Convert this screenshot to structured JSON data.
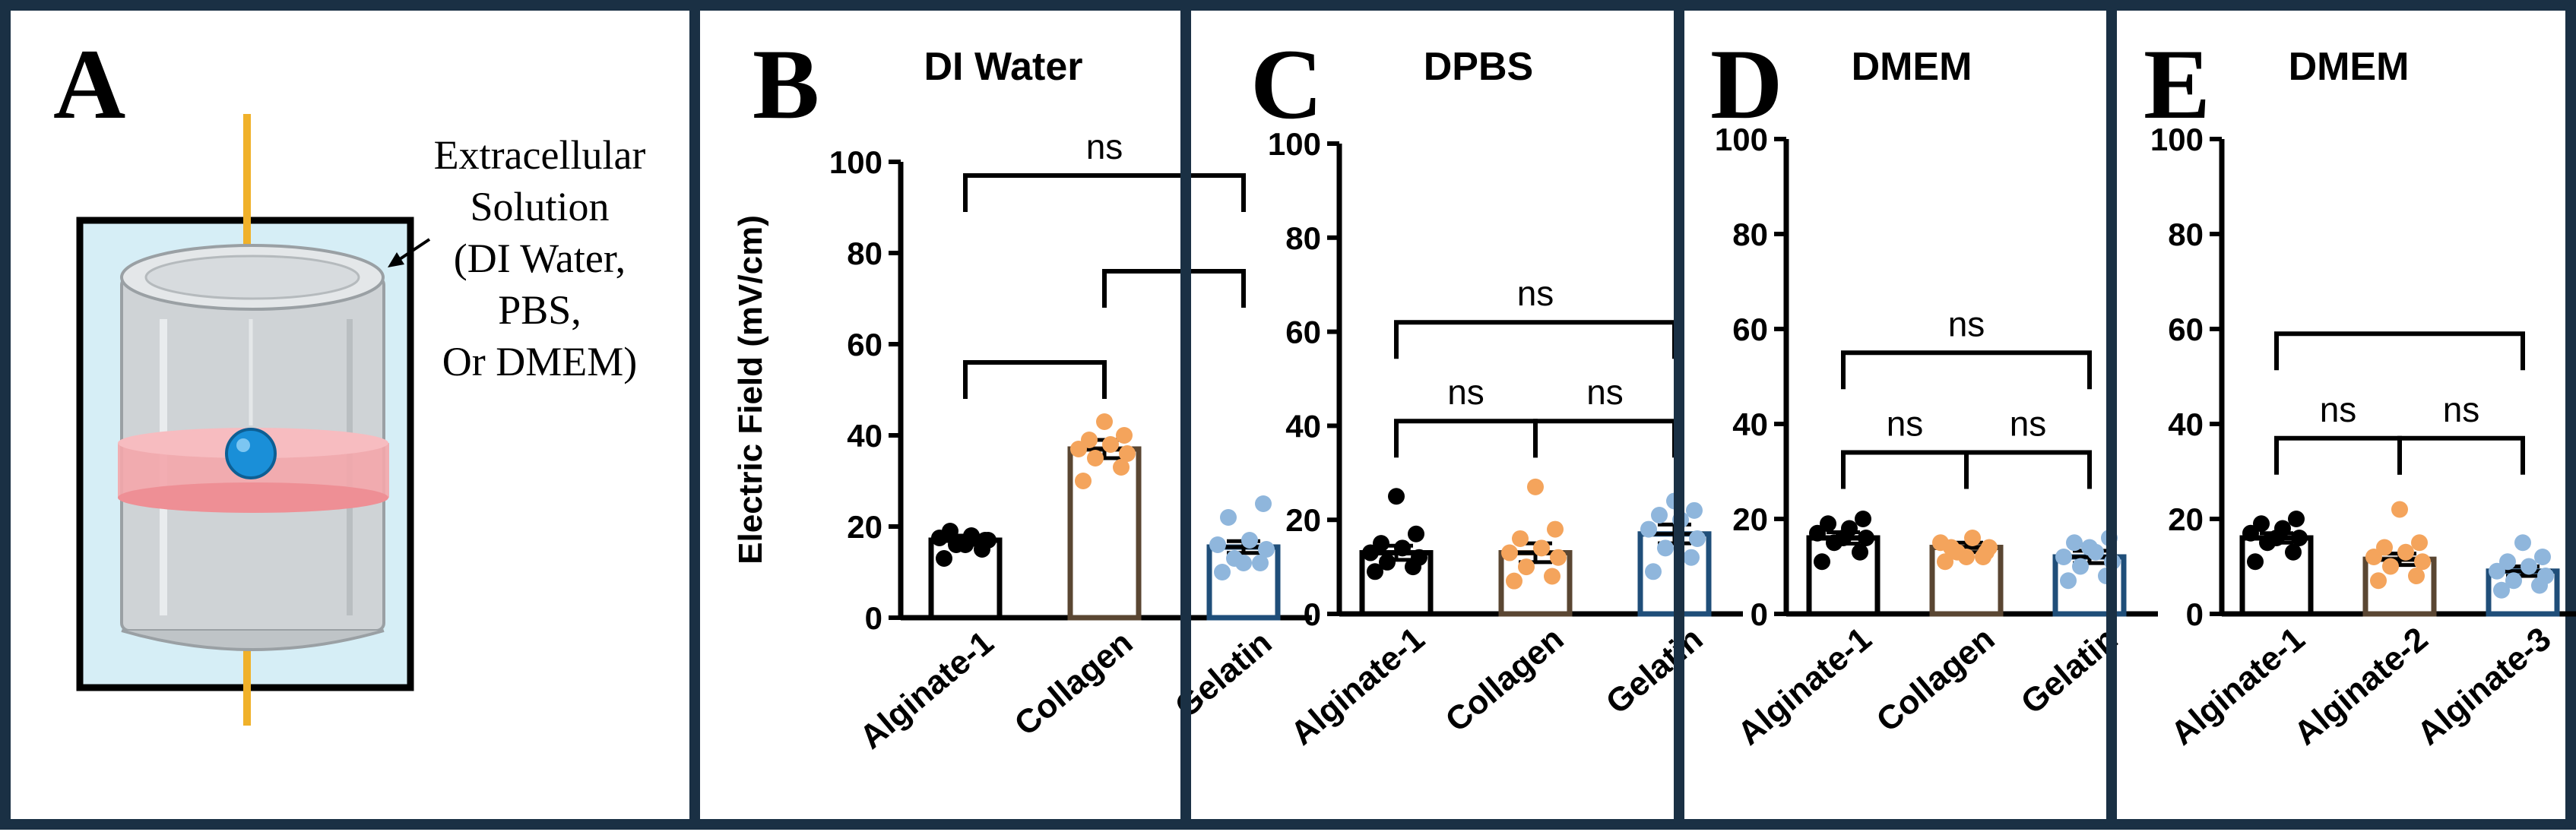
{
  "panel_a": {
    "letter": "A",
    "annotation_lines": [
      "Extracellular",
      "Solution",
      "(DI Water,",
      "PBS,",
      "Or DMEM)"
    ]
  },
  "colors": {
    "frame": "#1a3044",
    "alginate_1": "#000000",
    "collagen": "#f4a45c",
    "collagen_outline": "#5a4632",
    "gelatin": "#8fb6dc",
    "gelatin_outline": "#1f4e79",
    "alginate_2": "#f4a45c",
    "alginate_3": "#8fb6dc",
    "solution_bg": "#d6eef6",
    "hydrogel_band": "#f4a6ab",
    "electrode": "#f0b12a",
    "cell": "#1a8fd8"
  },
  "chart_data": [
    {
      "panel": "B",
      "type": "bar",
      "title": "DI Water",
      "ylabel": "Electric Field (mV/cm)",
      "ylim": [
        0,
        100
      ],
      "yticks": [
        0,
        20,
        40,
        60,
        80,
        100
      ],
      "categories": [
        "Alginate-1",
        "Collagen",
        "Gelatin"
      ],
      "values": [
        17,
        37,
        15.5
      ],
      "errors": [
        1,
        2,
        1.3
      ],
      "points": [
        [
          13,
          15,
          16,
          17,
          17.5,
          18,
          19,
          17,
          16
        ],
        [
          30,
          33,
          35,
          36,
          37,
          38,
          39,
          40,
          43
        ],
        [
          10,
          12,
          13,
          15,
          16,
          17,
          22,
          25,
          12
        ]
      ],
      "comparisons": [
        {
          "from": 0,
          "to": 2,
          "y": 97,
          "label": "ns"
        },
        {
          "from": 1,
          "to": 2,
          "y": 76,
          "label": ""
        },
        {
          "from": 0,
          "to": 1,
          "y": 56,
          "label": ""
        }
      ]
    },
    {
      "panel": "C",
      "type": "bar",
      "title": "DPBS",
      "ylabel": "",
      "ylim": [
        0,
        100
      ],
      "yticks": [
        0,
        20,
        40,
        60,
        80,
        100
      ],
      "categories": [
        "Alginate-1",
        "Collagen",
        "Gelatin"
      ],
      "values": [
        13,
        13,
        17
      ],
      "errors": [
        1.5,
        2,
        2
      ],
      "points": [
        [
          9,
          10,
          11,
          12,
          13,
          14,
          15,
          17,
          25
        ],
        [
          7,
          8,
          10,
          12,
          13,
          14,
          16,
          18,
          27
        ],
        [
          9,
          12,
          14,
          16,
          18,
          20,
          21,
          22,
          24
        ]
      ],
      "comparisons": [
        {
          "from": 0,
          "to": 2,
          "y": 62,
          "label": "ns"
        },
        {
          "from": 0,
          "to": 1,
          "y": 41,
          "label": "ns"
        },
        {
          "from": 1,
          "to": 2,
          "y": 41,
          "label": "ns"
        }
      ]
    },
    {
      "panel": "D",
      "type": "bar",
      "title": "DMEM",
      "ylabel": "",
      "ylim": [
        0,
        100
      ],
      "yticks": [
        0,
        20,
        40,
        60,
        80,
        100
      ],
      "categories": [
        "Alginate-1",
        "Collagen",
        "Gelatin"
      ],
      "values": [
        16,
        14,
        12
      ],
      "errors": [
        1.2,
        1,
        1.3
      ],
      "points": [
        [
          11,
          13,
          15,
          16,
          17,
          18,
          19,
          20,
          16
        ],
        [
          11,
          12,
          13,
          14,
          15,
          16,
          14,
          13,
          12
        ],
        [
          7,
          8,
          10,
          11,
          12,
          13,
          15,
          16,
          14
        ]
      ],
      "comparisons": [
        {
          "from": 0,
          "to": 2,
          "y": 55,
          "label": "ns"
        },
        {
          "from": 0,
          "to": 1,
          "y": 34,
          "label": "ns"
        },
        {
          "from": 1,
          "to": 2,
          "y": 34,
          "label": "ns"
        }
      ]
    },
    {
      "panel": "E",
      "type": "bar",
      "title": "DMEM",
      "ylabel": "",
      "ylim": [
        0,
        100
      ],
      "yticks": [
        0,
        20,
        40,
        60,
        80,
        100
      ],
      "categories": [
        "Alginate-1",
        "Alginate-2",
        "Alginate-3"
      ],
      "values": [
        16,
        11.5,
        9
      ],
      "errors": [
        1,
        1.2,
        1
      ],
      "points": [
        [
          11,
          13,
          15,
          16,
          17,
          18,
          19,
          20,
          16
        ],
        [
          7,
          8,
          10,
          11,
          12,
          13,
          14,
          15,
          22
        ],
        [
          5,
          6,
          7,
          8,
          9,
          10,
          11,
          12,
          15
        ]
      ],
      "comparisons": [
        {
          "from": 0,
          "to": 2,
          "y": 59,
          "label": ""
        },
        {
          "from": 0,
          "to": 1,
          "y": 37,
          "label": "ns"
        },
        {
          "from": 1,
          "to": 2,
          "y": 37,
          "label": "ns"
        }
      ]
    }
  ]
}
